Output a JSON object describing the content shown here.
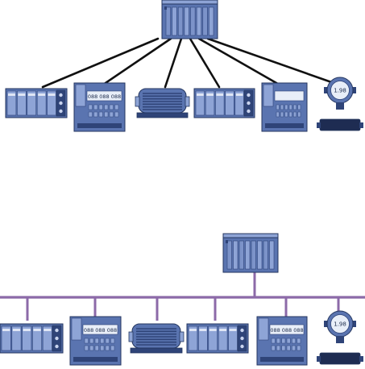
{
  "diagram": {
    "colors": {
      "background": "#ffffff",
      "device_body": "#5a74b0",
      "device_light": "#8ea4d6",
      "device_dark": "#2f4478",
      "device_outline": "#24365f",
      "screen": "#e8eef8",
      "star_wire": "#111111",
      "bus_line": "#8c6aa8"
    },
    "top_topology": {
      "type": "star",
      "controller": {
        "icon": "plc-rack"
      },
      "devices": [
        {
          "icon": "io-module-rack"
        },
        {
          "icon": "drive-controller",
          "screen_text": "088 088 088"
        },
        {
          "icon": "motor"
        },
        {
          "icon": "io-module-rack"
        },
        {
          "icon": "drive-controller"
        },
        {
          "icon": "transmitter",
          "display_value": "1.98"
        }
      ]
    },
    "bottom_topology": {
      "type": "bus",
      "controller": {
        "icon": "plc-rack"
      },
      "devices": [
        {
          "icon": "io-module-rack"
        },
        {
          "icon": "drive-controller",
          "screen_text": "088 088 088"
        },
        {
          "icon": "motor"
        },
        {
          "icon": "io-module-rack"
        },
        {
          "icon": "drive-controller",
          "screen_text": "088 088 088"
        },
        {
          "icon": "transmitter",
          "display_value": "1.98"
        }
      ]
    }
  }
}
